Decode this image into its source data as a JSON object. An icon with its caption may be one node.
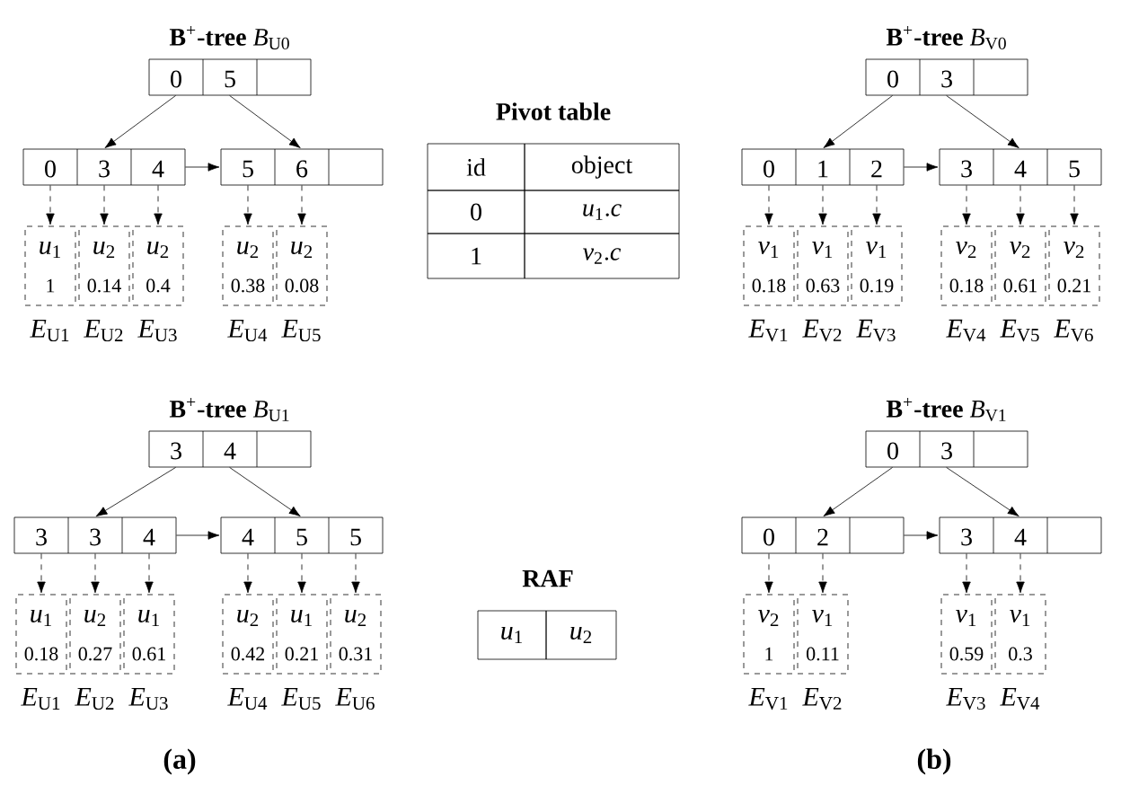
{
  "diagram": {
    "nodes": [
      {
        "text": [
          "0",
          "5"
        ],
        "beside": [
          "**B**$^{+}$**-tree** *B*$_{U0}$"
        ]
      },
      {
        "text": [
          "0",
          "3",
          "4"
        ]
      },
      {
        "text": [
          "5",
          "6"
        ]
      },
      {
        "text": [
          "*u*$_{1}$",
          "1"
        ],
        "beside": [
          "*E*$_{U1}$"
        ]
      },
      {
        "text": [
          "*u*$_{2}$",
          "0.14"
        ],
        "beside": [
          "*E*$_{U2}$"
        ]
      },
      {
        "text": [
          "*u*$_{2}$",
          "0.4"
        ],
        "beside": [
          "*E*$_{U3}$"
        ]
      },
      {
        "text": [
          "*u*$_{2}$",
          "0.38"
        ],
        "beside": [
          "*E*$_{U4}$"
        ]
      },
      {
        "text": [
          "*u*$_{2}$",
          "0.08"
        ],
        "beside": [
          "*E*$_{U5}$"
        ]
      },
      {
        "text": [
          "0",
          "3"
        ],
        "beside": [
          "**B**$^{+}$**-tree** *B*$_{V0}$"
        ]
      },
      {
        "text": [
          "0",
          "1",
          "2"
        ]
      },
      {
        "text": [
          "3",
          "4",
          "5"
        ]
      },
      {
        "text": [
          "*v*$_{1}$",
          "0.18"
        ],
        "beside": [
          "*E*$_{V1}$"
        ]
      },
      {
        "text": [
          "*v*$_{1}$",
          "0.63"
        ],
        "beside": [
          "*E*$_{V2}$"
        ]
      },
      {
        "text": [
          "*v*$_{1}$",
          "0.19"
        ],
        "beside": [
          "*E*$_{V3}$"
        ]
      },
      {
        "text": [
          "*v*$_{2}$",
          "0.18"
        ],
        "beside": [
          "*E*$_{V4}$"
        ]
      },
      {
        "text": [
          "*v*$_{2}$",
          "0.61"
        ],
        "beside": [
          "*E*$_{V5}$"
        ]
      },
      {
        "text": [
          "*v*$_{2}$",
          "0.21"
        ],
        "beside": [
          "*E*$_{V6}$"
        ]
      },
      {
        "text": [
          "3",
          "4"
        ],
        "beside": [
          "**B**$^{+}$**-tree** *B*$_{U1}$"
        ]
      },
      {
        "text": [
          "3",
          "3",
          "4"
        ]
      },
      {
        "text": [
          "4",
          "5",
          "5"
        ]
      },
      {
        "text": [
          "*u*$_{1}$",
          "0.18"
        ],
        "beside": [
          "*E*$_{U1}$"
        ]
      },
      {
        "text": [
          "*u*$_{2}$",
          "0.27"
        ],
        "beside": [
          "*E*$_{U2}$"
        ]
      },
      {
        "text": [
          "*u*$_{1}$",
          "0.61"
        ],
        "beside": [
          "*E*$_{U3}$"
        ]
      },
      {
        "text": [
          "*u*$_{2}$",
          "0.42"
        ],
        "beside": [
          "*E*$_{U4}$"
        ]
      },
      {
        "text": [
          "*u*$_{1}$",
          "0.21"
        ],
        "beside": [
          "*E*$_{U5}$"
        ]
      },
      {
        "text": [
          "*u*$_{2}$",
          "0.31"
        ],
        "beside": [
          "*E*$_{U6}$"
        ]
      },
      {
        "text": [
          "0",
          "3"
        ],
        "beside": [
          "**B**$^{+}$**-tree** *B*$_{V1}$"
        ]
      },
      {
        "text": [
          "0",
          "2"
        ]
      },
      {
        "text": [
          "3",
          "4"
        ]
      },
      {
        "text": [
          "*v*$_{2}$",
          "1"
        ],
        "beside": [
          "*E*$_{V1}$"
        ]
      },
      {
        "text": [
          "*v*$_{1}$",
          "0.11"
        ],
        "beside": [
          "*E*$_{V2}$"
        ]
      },
      {
        "text": [
          "*v*$_{1}$",
          "0.59"
        ],
        "beside": [
          "*E*$_{V3}$"
        ]
      },
      {
        "text": [
          "*v*$_{1}$",
          "0.3"
        ],
        "beside": [
          "*E*$_{V4}$"
        ]
      }
    ],
    "edges": [
      {
        "from": 0,
        "to": 1,
        "arrow": "to"
      },
      {
        "from": 0,
        "to": 2,
        "arrow": "to"
      },
      {
        "from": 1,
        "to": 2,
        "arrow": "to"
      },
      {
        "from": 1,
        "to": 3,
        "arrow": "to",
        "style": "dashed"
      },
      {
        "from": 1,
        "to": 4,
        "arrow": "to",
        "style": "dashed"
      },
      {
        "from": 1,
        "to": 5,
        "arrow": "to",
        "style": "dashed"
      },
      {
        "from": 2,
        "to": 6,
        "arrow": "to",
        "style": "dashed"
      },
      {
        "from": 2,
        "to": 7,
        "arrow": "to",
        "style": "dashed"
      },
      {
        "from": 8,
        "to": 9,
        "arrow": "to"
      },
      {
        "from": 8,
        "to": 10,
        "arrow": "to"
      },
      {
        "from": 9,
        "to": 10,
        "arrow": "to"
      },
      {
        "from": 9,
        "to": 11,
        "arrow": "to",
        "style": "dashed"
      },
      {
        "from": 9,
        "to": 12,
        "arrow": "to",
        "style": "dashed"
      },
      {
        "from": 9,
        "to": 13,
        "arrow": "to",
        "style": "dashed"
      },
      {
        "from": 10,
        "to": 14,
        "arrow": "to",
        "style": "dashed"
      },
      {
        "from": 10,
        "to": 15,
        "arrow": "to",
        "style": "dashed"
      },
      {
        "from": 10,
        "to": 16,
        "arrow": "to",
        "style": "dashed"
      },
      {
        "from": 17,
        "to": 18,
        "arrow": "to"
      },
      {
        "from": 17,
        "to": 19,
        "arrow": "to"
      },
      {
        "from": 18,
        "to": 19,
        "arrow": "to"
      },
      {
        "from": 18,
        "to": 20,
        "arrow": "to",
        "style": "dashed"
      },
      {
        "from": 18,
        "to": 21,
        "arrow": "to",
        "style": "dashed"
      },
      {
        "from": 18,
        "to": 22,
        "arrow": "to",
        "style": "dashed"
      },
      {
        "from": 19,
        "to": 23,
        "arrow": "to",
        "style": "dashed"
      },
      {
        "from": 19,
        "to": 24,
        "arrow": "to",
        "style": "dashed"
      },
      {
        "from": 19,
        "to": 25,
        "arrow": "to",
        "style": "dashed"
      },
      {
        "from": 26,
        "to": 27,
        "arrow": "to"
      },
      {
        "from": 26,
        "to": 28,
        "arrow": "to"
      },
      {
        "from": 27,
        "to": 28,
        "arrow": "to"
      },
      {
        "from": 27,
        "to": 29,
        "arrow": "to",
        "style": "dashed"
      },
      {
        "from": 27,
        "to": 30,
        "arrow": "to",
        "style": "dashed"
      },
      {
        "from": 28,
        "to": 31,
        "arrow": "to",
        "style": "dashed"
      },
      {
        "from": 28,
        "to": 32,
        "arrow": "to",
        "style": "dashed"
      }
    ],
    "labels": [
      "Pivot table",
      "id",
      "object",
      "0",
      "*u*$_{1}$.*c*",
      "1",
      "*v*$_{2}$.*c*",
      "RAF",
      "*u*$_{1}$",
      "*u*$_{2}$",
      "(a)",
      "(b)"
    ]
  }
}
